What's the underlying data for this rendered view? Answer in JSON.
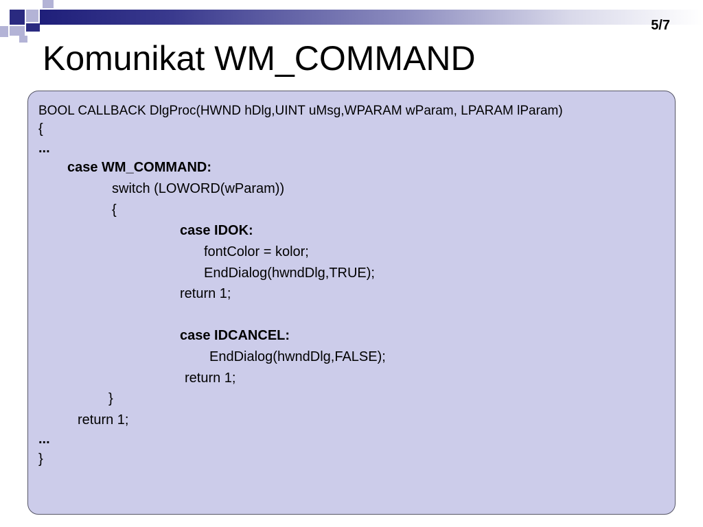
{
  "page_number": "5/7",
  "title": "Komunikat WM_COMMAND",
  "code_lines": [
    "BOOL CALLBACK DlgProc(HWND hDlg,UINT uMsg,WPARAM wParam, LPARAM lParam)",
    "{",
    "...",
    "case WM_COMMAND:",
    "switch (LOWORD(wParam))",
    "{",
    "case IDOK:",
    "fontColor = kolor;",
    "EndDialog(hwndDlg,TRUE);",
    "return 1;",
    "case IDCANCEL:",
    "EndDialog(hwndDlg,FALSE);",
    "return 1;",
    "}",
    "return 1;",
    "...",
    "}"
  ]
}
